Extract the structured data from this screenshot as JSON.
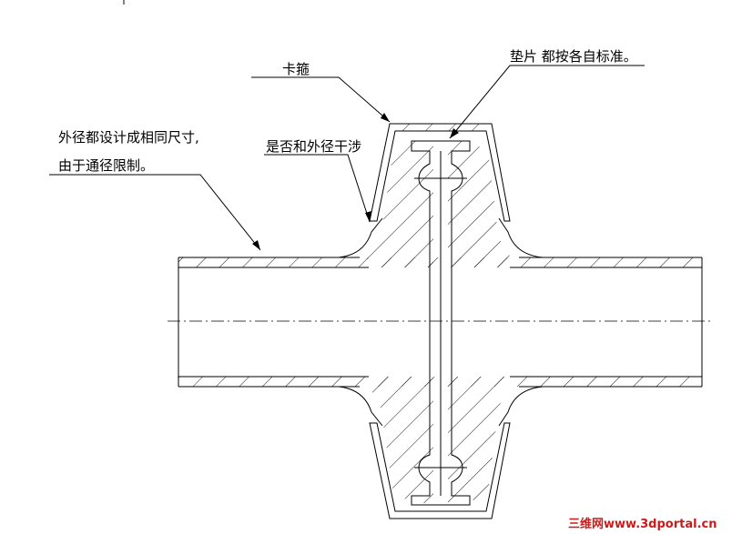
{
  "labels": {
    "clamp": "卡箍",
    "gasket": "垫片  都按各自标准。",
    "interference": "是否和外径干涉",
    "od_line1": "外径都设计成相同尺寸,",
    "od_line2": "由于通径限制。"
  },
  "watermark": "三维网www.3dportal.cn",
  "colors": {
    "line": "#000000",
    "watermark": "#cc1a1a",
    "background": "#ffffff"
  }
}
